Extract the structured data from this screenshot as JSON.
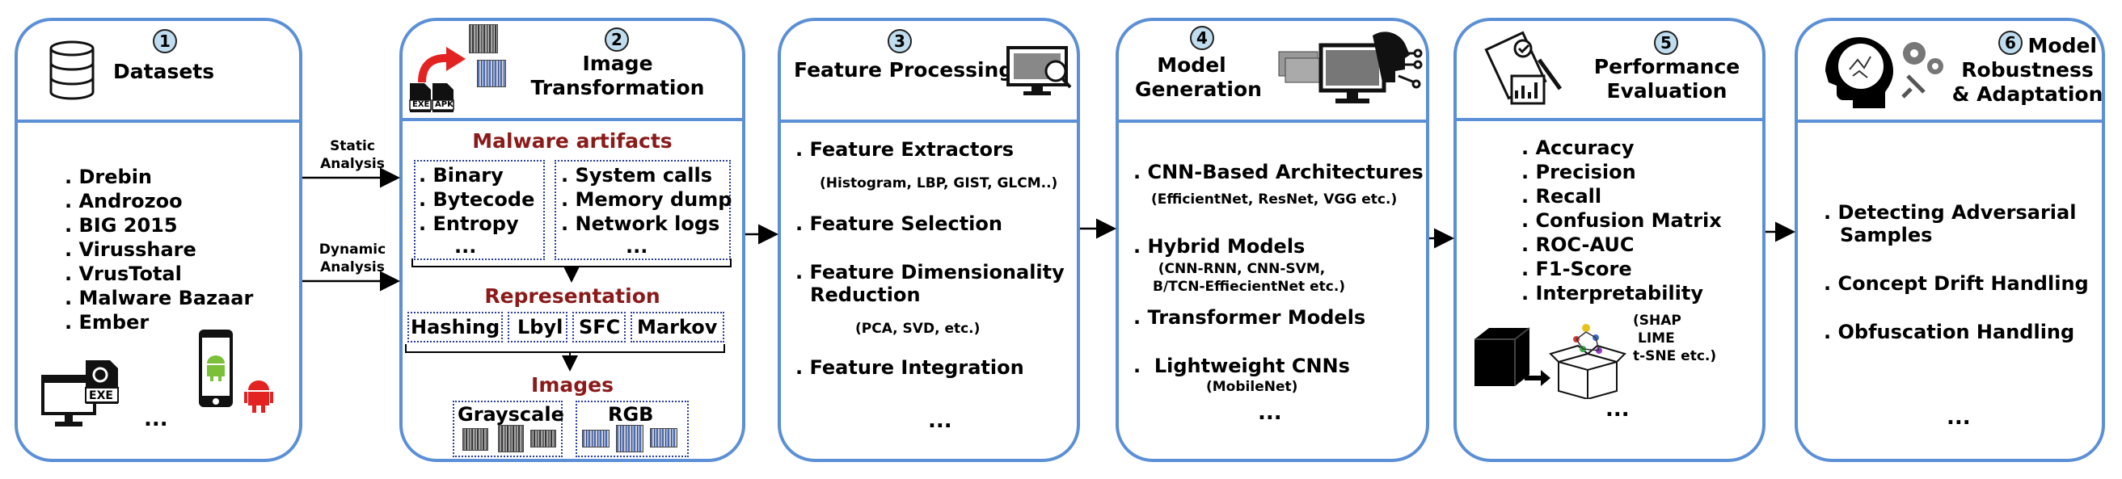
{
  "panels": [
    {
      "number": "1",
      "title": [
        "Datasets"
      ],
      "items": [
        "Drebin",
        "Androzoo",
        "BIG 2015",
        "Virusshare",
        "VrusTotal",
        "Malware Bazaar",
        "Ember"
      ],
      "dots": "...",
      "icon_labels": [
        "EXE"
      ]
    },
    {
      "number": "2",
      "title": [
        "Image",
        "Transformation"
      ],
      "icon_labels": [
        "EXE",
        "APK"
      ],
      "artifacts_heading": "Malware artifacts",
      "artifacts_left": [
        "Binary",
        "Bytecode",
        "Entropy",
        "..."
      ],
      "artifacts_right": [
        "System calls",
        "Memory dump",
        "Network logs",
        "..."
      ],
      "representation_heading": "Representation",
      "representations": [
        "Hashing",
        "Lbyl",
        "SFC",
        "Markov"
      ],
      "images_heading": "Images",
      "image_types": [
        "Grayscale",
        "RGB"
      ]
    },
    {
      "number": "3",
      "title": [
        "Feature Processing"
      ],
      "items": [
        "Feature Extractors",
        "Feature Selection",
        "Feature Dimensionality",
        "Reduction",
        "Feature Integration"
      ],
      "subs": [
        "(Histogram, LBP, GIST, GLCM..)",
        "(PCA, SVD, etc.)"
      ],
      "dots": "..."
    },
    {
      "number": "4",
      "title": [
        "Model",
        "Generation"
      ],
      "items": [
        "CNN-Based Architectures",
        "Hybrid Models",
        "Transformer Models",
        "Lightweight CNNs"
      ],
      "subs": [
        "(EfficientNet, ResNet, VGG etc.)",
        "(CNN-RNN, CNN-SVM,",
        "B/TCN-EffiecientNet etc.)",
        "(MobileNet)"
      ],
      "dots": "..."
    },
    {
      "number": "5",
      "title": [
        "Performance",
        "Evaluation"
      ],
      "items": [
        "Accuracy",
        "Precision",
        "Recall",
        "Confusion Matrix",
        "ROC-AUC",
        "F1-Score",
        "Interpretability"
      ],
      "subs": [
        "(SHAP",
        "LIME",
        "t-SNE etc.)"
      ],
      "dots": "..."
    },
    {
      "number": "6",
      "title": [
        "Model",
        "Robustness",
        "& Adaptation"
      ],
      "items": [
        "Detecting Adversarial",
        "Samples",
        "Concept Drift Handling",
        "Obfuscation Handling"
      ],
      "dots": "..."
    }
  ],
  "arrows": {
    "static": [
      "Static",
      "Analysis"
    ],
    "dynamic": [
      "Dynamic",
      "Analysis"
    ]
  },
  "colors": {
    "border": "#5B8FD6",
    "badge": "#BFDDEE",
    "heading_red": "#8B1A1A",
    "dotted": "#2A3C9E",
    "android": "#7CC03A"
  }
}
